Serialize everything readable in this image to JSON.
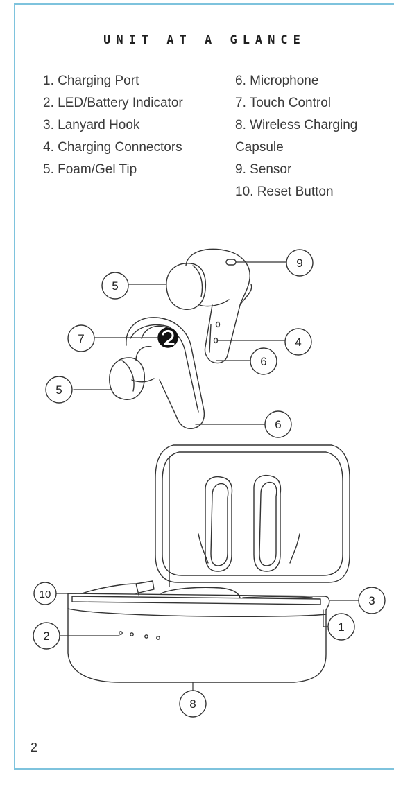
{
  "title": "UNIT AT A GLANCE",
  "parts_left": [
    "1. Charging Port",
    "2. LED/Battery Indicator",
    "3. Lanyard Hook",
    "4. Charging Connectors",
    "5. Foam/Gel Tip"
  ],
  "parts_right": [
    "6. Microphone",
    "7. Touch Control",
    "8. Wireless Charging",
    "Capsule",
    "9. Sensor",
    "10. Reset Button"
  ],
  "callouts": {
    "c9": "9",
    "c5_top": "5",
    "c7": "7",
    "c4": "4",
    "c6_top": "6",
    "c5_bottom": "5",
    "c6_bottom": "6",
    "c10": "10",
    "c3": "3",
    "c1": "1",
    "c2": "2",
    "c8": "8"
  },
  "page_number": "2",
  "colors": {
    "frame": "#7ec3dd",
    "line": "#333333"
  }
}
